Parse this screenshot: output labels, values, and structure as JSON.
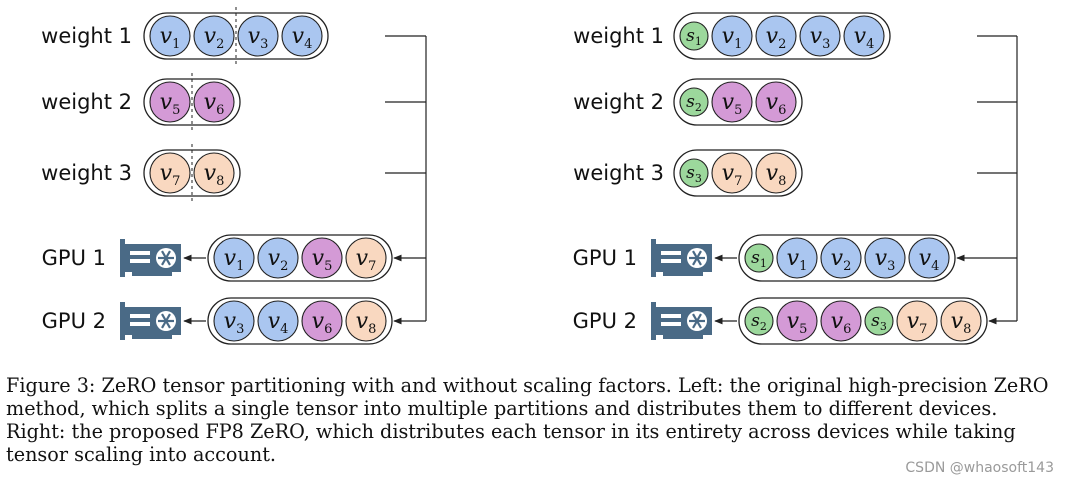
{
  "colors": {
    "v_blue": "#aac6f0",
    "v_purple": "#d49ad6",
    "v_peach": "#f9d8c0",
    "s_green": "#9cd89c",
    "stroke": "#222222"
  },
  "icons": {
    "gpu": "gpu-card-icon"
  },
  "panels": [
    {
      "name": "left-panel",
      "weights": [
        {
          "label": "weight 1",
          "tokens": [
            {
              "base": "v",
              "sub": "1",
              "color": "v_blue"
            },
            {
              "base": "v",
              "sub": "2",
              "color": "v_blue"
            },
            {
              "base": "v",
              "sub": "3",
              "color": "v_blue"
            },
            {
              "base": "v",
              "sub": "4",
              "color": "v_blue"
            }
          ],
          "split_after": 1
        },
        {
          "label": "weight 2",
          "tokens": [
            {
              "base": "v",
              "sub": "5",
              "color": "v_purple"
            },
            {
              "base": "v",
              "sub": "6",
              "color": "v_purple"
            }
          ],
          "split_after": 0
        },
        {
          "label": "weight 3",
          "tokens": [
            {
              "base": "v",
              "sub": "7",
              "color": "v_peach"
            },
            {
              "base": "v",
              "sub": "8",
              "color": "v_peach"
            }
          ],
          "split_after": 0
        }
      ],
      "gpus": [
        {
          "label": "GPU 1",
          "tokens": [
            {
              "base": "v",
              "sub": "1",
              "color": "v_blue"
            },
            {
              "base": "v",
              "sub": "2",
              "color": "v_blue"
            },
            {
              "base": "v",
              "sub": "5",
              "color": "v_purple"
            },
            {
              "base": "v",
              "sub": "7",
              "color": "v_peach"
            }
          ]
        },
        {
          "label": "GPU 2",
          "tokens": [
            {
              "base": "v",
              "sub": "3",
              "color": "v_blue"
            },
            {
              "base": "v",
              "sub": "4",
              "color": "v_blue"
            },
            {
              "base": "v",
              "sub": "6",
              "color": "v_purple"
            },
            {
              "base": "v",
              "sub": "8",
              "color": "v_peach"
            }
          ]
        }
      ]
    },
    {
      "name": "right-panel",
      "weights": [
        {
          "label": "weight 1",
          "tokens": [
            {
              "base": "s",
              "sub": "1",
              "color": "s_green"
            },
            {
              "base": "v",
              "sub": "1",
              "color": "v_blue"
            },
            {
              "base": "v",
              "sub": "2",
              "color": "v_blue"
            },
            {
              "base": "v",
              "sub": "3",
              "color": "v_blue"
            },
            {
              "base": "v",
              "sub": "4",
              "color": "v_blue"
            }
          ],
          "split_after": -1
        },
        {
          "label": "weight 2",
          "tokens": [
            {
              "base": "s",
              "sub": "2",
              "color": "s_green"
            },
            {
              "base": "v",
              "sub": "5",
              "color": "v_purple"
            },
            {
              "base": "v",
              "sub": "6",
              "color": "v_purple"
            }
          ],
          "split_after": -1
        },
        {
          "label": "weight 3",
          "tokens": [
            {
              "base": "s",
              "sub": "3",
              "color": "s_green"
            },
            {
              "base": "v",
              "sub": "7",
              "color": "v_peach"
            },
            {
              "base": "v",
              "sub": "8",
              "color": "v_peach"
            }
          ],
          "split_after": -1
        }
      ],
      "gpus": [
        {
          "label": "GPU 1",
          "tokens": [
            {
              "base": "s",
              "sub": "1",
              "color": "s_green"
            },
            {
              "base": "v",
              "sub": "1",
              "color": "v_blue"
            },
            {
              "base": "v",
              "sub": "2",
              "color": "v_blue"
            },
            {
              "base": "v",
              "sub": "3",
              "color": "v_blue"
            },
            {
              "base": "v",
              "sub": "4",
              "color": "v_blue"
            }
          ]
        },
        {
          "label": "GPU 2",
          "tokens": [
            {
              "base": "s",
              "sub": "2",
              "color": "s_green"
            },
            {
              "base": "v",
              "sub": "5",
              "color": "v_purple"
            },
            {
              "base": "v",
              "sub": "6",
              "color": "v_purple"
            },
            {
              "base": "s",
              "sub": "3",
              "color": "s_green"
            },
            {
              "base": "v",
              "sub": "7",
              "color": "v_peach"
            },
            {
              "base": "v",
              "sub": "8",
              "color": "v_peach"
            }
          ]
        }
      ]
    }
  ],
  "caption": "Figure 3: ZeRO tensor partitioning with and without scaling factors. Left: the original high-precision ZeRO method, which splits a single tensor into multiple partitions and distributes them to different devices. Right: the proposed FP8 ZeRO, which distributes each tensor in its entirety across devices while taking tensor scaling into account.",
  "watermark": "CSDN @whaosoft143"
}
